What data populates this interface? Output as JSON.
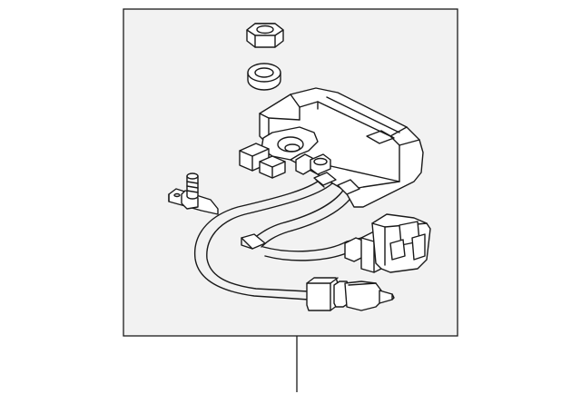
{
  "diagram": {
    "colors": {
      "frame_fill": "#f2f2f2",
      "line": "#1a1a1a",
      "part_fill": "#ffffff"
    },
    "parts": [
      {
        "name": "hex-nut",
        "icon": "hex-nut-icon"
      },
      {
        "name": "washer",
        "icon": "washer-icon"
      },
      {
        "name": "sensor-module",
        "icon": "sensor-module-icon"
      },
      {
        "name": "mounting-bolt",
        "icon": "bolt-icon"
      },
      {
        "name": "wire-harness",
        "icon": "wire-harness-icon"
      },
      {
        "name": "right-connector",
        "icon": "connector-icon"
      },
      {
        "name": "lower-plug",
        "icon": "plug-icon"
      }
    ]
  }
}
